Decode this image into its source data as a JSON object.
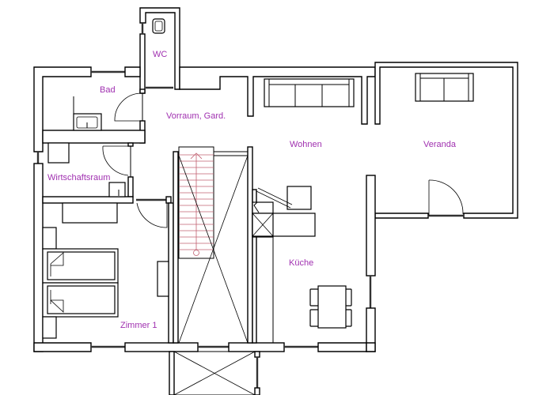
{
  "plan": {
    "type": "floor-plan",
    "label_color": "#a030b0",
    "wall_color": "#000000",
    "stair_color": "#c06070",
    "rooms": [
      {
        "id": "wc",
        "label": "WC"
      },
      {
        "id": "bad",
        "label": "Bad"
      },
      {
        "id": "vorraum",
        "label": "Vorraum, Gard."
      },
      {
        "id": "wohnen",
        "label": "Wohnen"
      },
      {
        "id": "veranda",
        "label": "Veranda"
      },
      {
        "id": "wirtschaftsraum",
        "label": "Wirtschaftsraum"
      },
      {
        "id": "kueche",
        "label": "Küche"
      },
      {
        "id": "zimmer1",
        "label": "Zimmer 1"
      }
    ],
    "furniture": [
      {
        "room": "wc",
        "item": "toilet"
      },
      {
        "room": "bad",
        "item": "sink"
      },
      {
        "room": "wirtschaftsraum",
        "item": "washing-machine"
      },
      {
        "room": "wirtschaftsraum",
        "item": "sink"
      },
      {
        "room": "wohnen",
        "item": "three-seat-sofa"
      },
      {
        "room": "veranda",
        "item": "two-seat-sofa"
      },
      {
        "room": "kueche",
        "item": "kitchen-counter"
      },
      {
        "room": "kueche",
        "item": "stove"
      },
      {
        "room": "kueche",
        "item": "dining-table-4-chairs"
      },
      {
        "room": "zimmer1",
        "item": "single-bed"
      },
      {
        "room": "zimmer1",
        "item": "single-bed"
      },
      {
        "room": "zimmer1",
        "item": "desk"
      },
      {
        "room": "zimmer1",
        "item": "wardrobe"
      }
    ]
  }
}
